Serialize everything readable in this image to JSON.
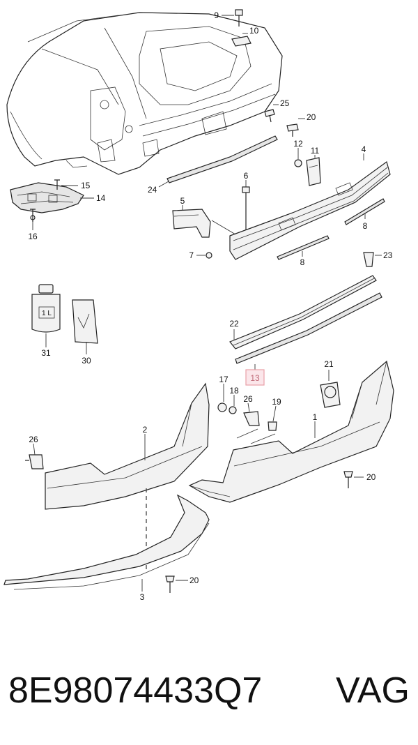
{
  "callouts": [
    {
      "id": "c9",
      "text": "9"
    },
    {
      "id": "c10",
      "text": "10"
    },
    {
      "id": "c25",
      "text": "25"
    },
    {
      "id": "c20a",
      "text": "20"
    },
    {
      "id": "c12",
      "text": "12"
    },
    {
      "id": "c11",
      "text": "11"
    },
    {
      "id": "c4",
      "text": "4"
    },
    {
      "id": "c6",
      "text": "6"
    },
    {
      "id": "c15",
      "text": "15"
    },
    {
      "id": "c14",
      "text": "14"
    },
    {
      "id": "c16",
      "text": "16"
    },
    {
      "id": "c24",
      "text": "24"
    },
    {
      "id": "c5",
      "text": "5"
    },
    {
      "id": "c8a",
      "text": "8"
    },
    {
      "id": "c7",
      "text": "7"
    },
    {
      "id": "c8b",
      "text": "8"
    },
    {
      "id": "c23",
      "text": "23"
    },
    {
      "id": "c31",
      "text": "31"
    },
    {
      "id": "c30",
      "text": "30"
    },
    {
      "id": "c22",
      "text": "22"
    },
    {
      "id": "c13",
      "text": "13"
    },
    {
      "id": "c21",
      "text": "21"
    },
    {
      "id": "c17",
      "text": "17"
    },
    {
      "id": "c18",
      "text": "18"
    },
    {
      "id": "c26a",
      "text": "26"
    },
    {
      "id": "c19",
      "text": "19"
    },
    {
      "id": "c1",
      "text": "1"
    },
    {
      "id": "c2",
      "text": "2"
    },
    {
      "id": "c26b",
      "text": "26"
    },
    {
      "id": "c20b",
      "text": "20"
    },
    {
      "id": "c20c",
      "text": "20"
    },
    {
      "id": "c3",
      "text": "3"
    }
  ],
  "bottle_label": "1 L",
  "highlight_color": "#e8a0a8",
  "footer": {
    "part_number": "8E98074433Q7",
    "brand": "VAG"
  }
}
